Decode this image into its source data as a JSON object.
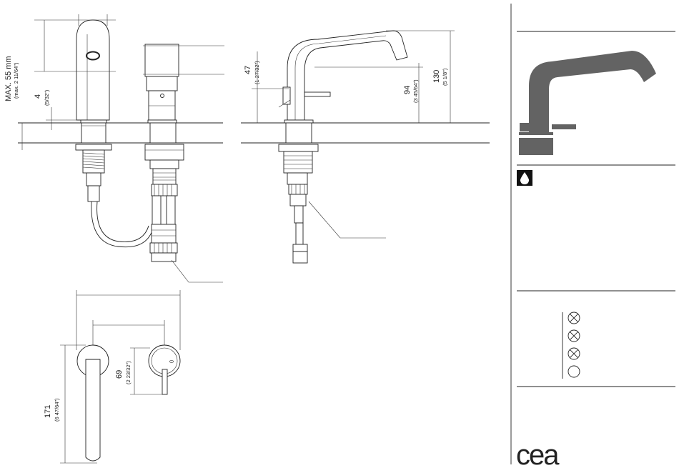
{
  "colors": {
    "product_gray": "#636363",
    "line": "#222222",
    "background": "#ffffff"
  },
  "dimensions": {
    "max_thickness": {
      "mm": "MAX. 55 mm",
      "inch": "(max. 2 11/64\")"
    },
    "clearance": {
      "mm": "4",
      "inch": "(5/32\")"
    },
    "spout_height": {
      "mm": "47",
      "inch": "(1 27/32\")"
    },
    "outlet_height": {
      "mm": "94",
      "inch": "(3 45/64\")"
    },
    "total_height": {
      "mm": "130",
      "inch": "(5 1/8\")"
    },
    "spout_reach": {
      "mm": "171",
      "inch": "(6 47/64\")"
    },
    "centers": {
      "mm": "69",
      "inch": "(2 23/32\")"
    }
  },
  "sidebar": {
    "water_icon": "water-drop-icon",
    "options": [
      {
        "icon": "crossed-circle-icon",
        "crossed": true
      },
      {
        "icon": "crossed-circle-icon",
        "crossed": true
      },
      {
        "icon": "crossed-circle-icon",
        "crossed": true
      },
      {
        "icon": "circle-icon",
        "crossed": false
      }
    ],
    "logo_text": "cea"
  }
}
